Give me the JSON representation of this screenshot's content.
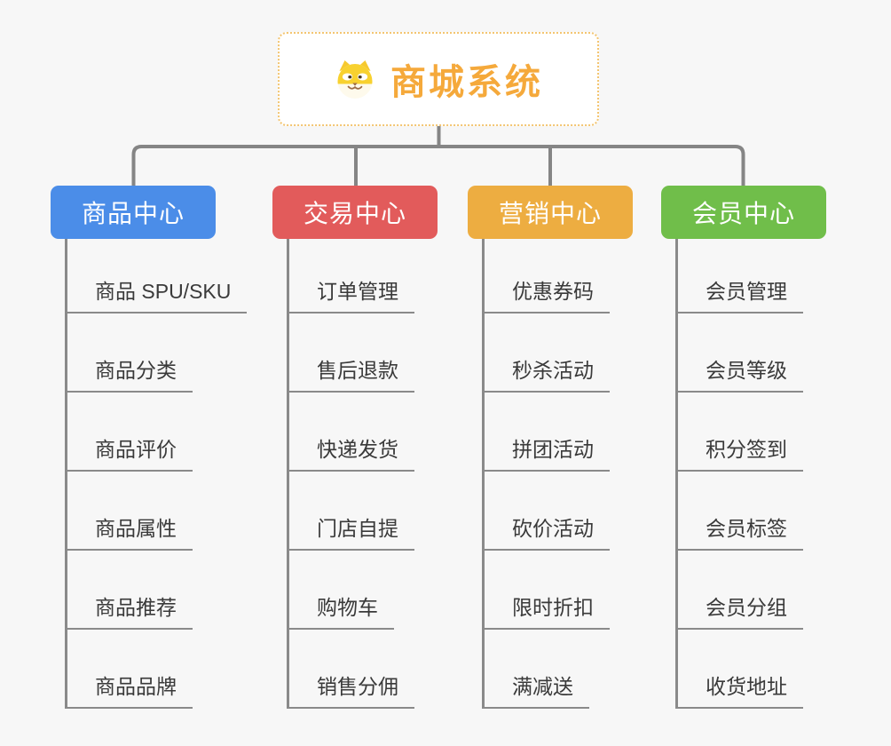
{
  "root": {
    "label": "商城系统",
    "icon": "dog-face-icon",
    "text_color": "#f5a93b",
    "border_color": "#f3c571",
    "background": "#ffffff"
  },
  "connector_color": "#858585",
  "page_background": "#f7f7f7",
  "branches": [
    {
      "label": "商品中心",
      "color": "#4b8de8",
      "children": [
        "商品 SPU/SKU",
        "商品分类",
        "商品评价",
        "商品属性",
        "商品推荐",
        "商品品牌"
      ]
    },
    {
      "label": "交易中心",
      "color": "#e25b5b",
      "children": [
        "订单管理",
        "售后退款",
        "快递发货",
        "门店自提",
        "购物车",
        "销售分佣"
      ]
    },
    {
      "label": "营销中心",
      "color": "#edad41",
      "children": [
        "优惠券码",
        "秒杀活动",
        "拼团活动",
        "砍价活动",
        "限时折扣",
        "满减送"
      ]
    },
    {
      "label": "会员中心",
      "color": "#70be4a",
      "children": [
        "会员管理",
        "会员等级",
        "积分签到",
        "会员标签",
        "会员分组",
        "收货地址"
      ]
    }
  ]
}
